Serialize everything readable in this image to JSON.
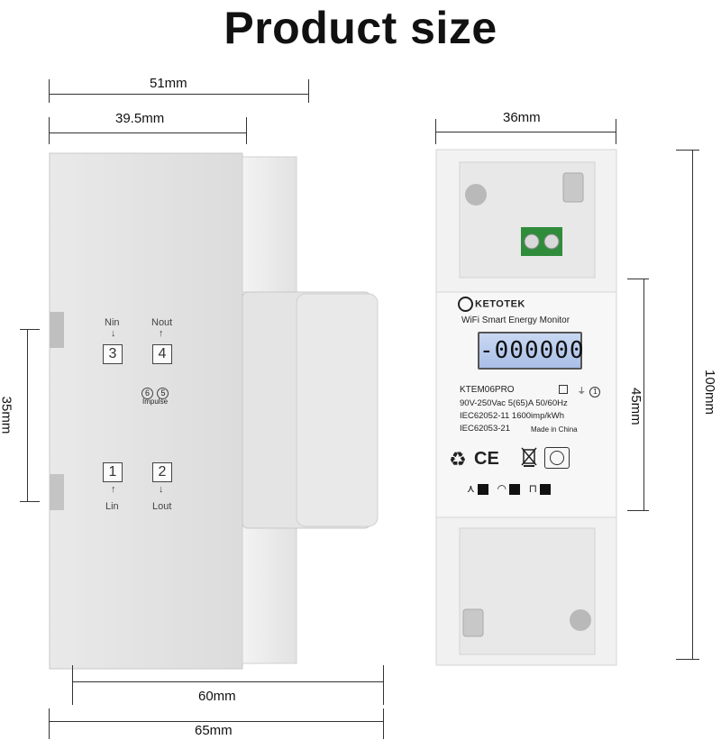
{
  "title": "Product size",
  "dimensions": {
    "top_width": "51mm",
    "top_inner": "39.5mm",
    "left_height": "35mm",
    "bottom_inner": "60mm",
    "bottom_width": "65mm",
    "front_width": "36mm",
    "front_inner_height": "45mm",
    "front_height": "100mm"
  },
  "side_view": {
    "terminals": [
      {
        "label_top": "Nin",
        "number": "3"
      },
      {
        "label_top": "Nout",
        "number": "4"
      },
      {
        "number": "1",
        "label_bottom": "Lin"
      },
      {
        "number": "2",
        "label_bottom": "Lout"
      }
    ],
    "impulse_label": "Impulse",
    "impulse_numbers": [
      "6",
      "5"
    ]
  },
  "front_view": {
    "brand": "KETOTEK",
    "product_name": "WiFi Smart Energy Monitor",
    "lcd_value": "-000000",
    "model": "KTEM06PRO",
    "spec_line1": "90V-250Vac  5(65)A  50/60Hz",
    "spec_line2": "IEC62052-11  1600imp/kWh",
    "spec_line3": "IEC62053-21",
    "made_in": "Made in China",
    "class_mark": "1"
  },
  "icons": [
    "recycle-icon",
    "ce-mark-icon",
    "weee-bin-icon",
    "wifi-icon",
    "pulse-icon"
  ]
}
